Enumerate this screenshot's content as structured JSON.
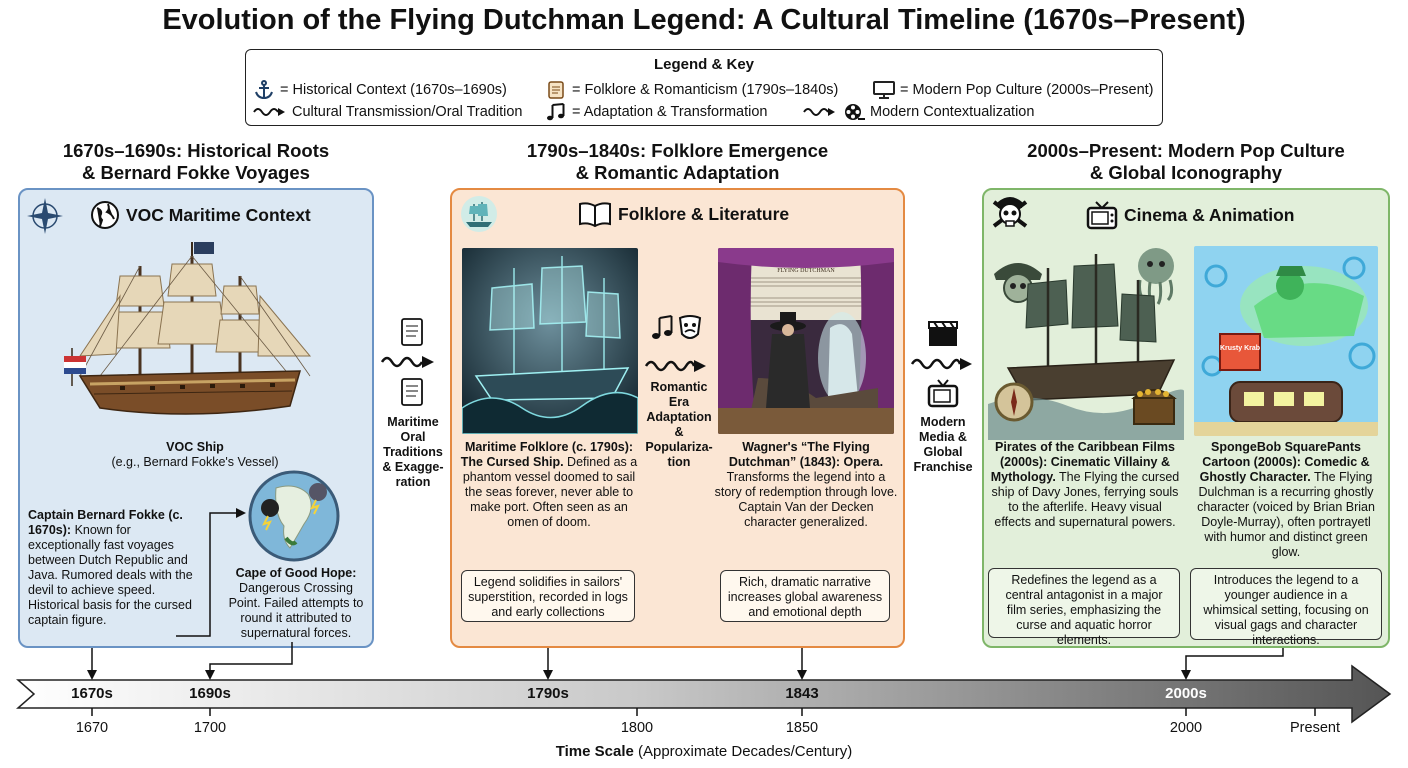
{
  "title": "Evolution of the Flying Dutchman Legend: A Cultural Timeline (1670s–Present)",
  "legend": {
    "heading": "Legend & Key",
    "items": [
      {
        "icon": "anchor-icon",
        "label": "= Historical Context (1670s–1690s)"
      },
      {
        "icon": "scroll-icon",
        "label": "= Folklore & Romanticism (1790s–1840s)"
      },
      {
        "icon": "monitor-icon",
        "label": "= Modern Pop Culture (2000s–Present)"
      },
      {
        "icon": "wavy-arrow-icon",
        "label": "Cultural Transmission/Oral Tradition"
      },
      {
        "icon": "music-notes-icon",
        "label": "= Adaptation & Transformation"
      },
      {
        "icon": "film-reel-icon",
        "label": "Modern Contextualization"
      }
    ]
  },
  "eras": [
    {
      "title_line1": "1670s–1690s: Historical Roots",
      "title_line2": "& Bernard Fokke Voyages",
      "panel_title": "VOC Maritime Context",
      "ship_caption_bold": "VOC Ship",
      "ship_caption": "(e.g., Bernard Fokke's Vessel)",
      "captain_bold": "Captain Bernard Fokke (c. 1670s):",
      "captain_text": " Known for exceptionally fast voyages between Dutch Republic and Java. Rumored deals with the devil to achieve speed. Historical basis for the cursed captain figure.",
      "cape_bold": "Cape of Good Hope:",
      "cape_text": " Dangerous Crossing Point. Failed attempts to round it attributed to supernatural forces."
    },
    {
      "title_line1": "1790s–1840s: Folklore Emergence",
      "title_line2": "& Romantic Adaptation",
      "panel_title": "Folklore & Literature",
      "left_bold": "Maritime Folklore (c. 1790s): The Cursed Ship.",
      "left_text": " Defined as a phantom vessel doomed to sail the seas forever, never able to make port. Often seen as an omen of doom.",
      "left_note": "Legend solidifies in sailors' superstition, recorded in logs and early collections",
      "right_bold": "Wagner's “The Flying Dutchman” (1843): Opera.",
      "right_text": " Transforms the legend into a story of redemption through love. Captain Van der Decken character generalized.",
      "right_note": "Rich, dramatic narrative increases global awareness and emotional depth",
      "sheet_music_label": "FLYING DUTCHMAN"
    },
    {
      "title_line1": "2000s–Present: Modern Pop Culture",
      "title_line2": "& Global Iconography",
      "panel_title": "Cinema & Animation",
      "left_bold": "Pirates of the Caribbean Films (2000s): Cinematic Villainy & Mythology.",
      "left_text": " The Flying the cursed ship of Davy Jones, ferrying souls to the afterlife. Heavy visual effects and supernatural powers.",
      "left_note": "Redefines the legend as a central antagonist in a major film series, emphasizing the curse and aquatic horror elements.",
      "right_bold": "SpongeBob SquarePants Cartoon (2000s): Comedic & Ghostly Character.",
      "right_text": " The Flying Dulchman is a recurring ghostly character (voiced by Brian Brian Doyle-Murray), often portrayetl with humor and distinct green glow.",
      "right_note": "Introduces the legend to a younger audience in a whimsical setting, focusing on visual gags and character interactions.",
      "sign_label": "Krusty Krab"
    }
  ],
  "transitions": [
    {
      "label": "Maritime Oral Traditions & Exagge-ration",
      "lines": [
        "Maritime",
        "Oral",
        "Traditions",
        "& Exagge-",
        "ration"
      ]
    },
    {
      "label": "Romantic Era Adaptation & Popularization",
      "lines": [
        "Romantic",
        "Era",
        "Adaptation",
        "&",
        "Populariza-",
        "tion"
      ]
    },
    {
      "label": "Modern Media & Global Franchise",
      "lines": [
        "Modern",
        "Media &",
        "Global",
        "Franchise"
      ]
    }
  ],
  "timeline": {
    "decades": [
      "1670s",
      "1690s",
      "1790s",
      "1843",
      "2000s"
    ],
    "ticks": [
      "1670",
      "1700",
      "1800",
      "1850",
      "2000",
      "Present"
    ],
    "scale_bold": "Time Scale",
    "scale_text": " (Approximate Decades/Century)"
  },
  "colors": {
    "historical": "#dce8f3",
    "folklore": "#fbe6d4",
    "modern": "#e2efda",
    "ghost_glow": "#7fe0e6",
    "sponge_green": "#5fd97a"
  }
}
